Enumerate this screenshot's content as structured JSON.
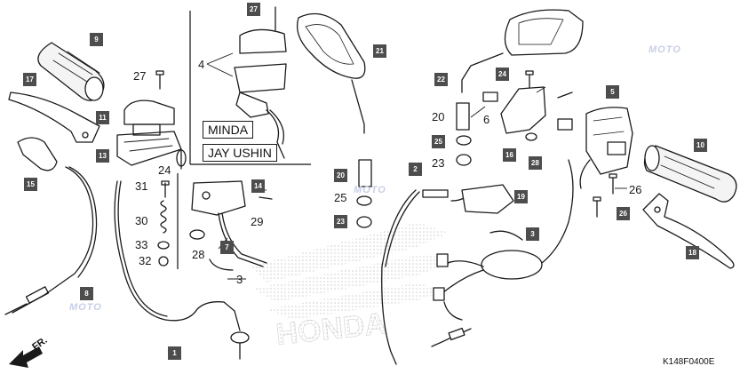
{
  "callouts": {
    "c1": "1",
    "c2": "2",
    "c3": "3",
    "c4": "4",
    "c5": "5",
    "c6": "6",
    "c7": "7",
    "c8": "8",
    "c9": "9",
    "c10": "10",
    "c11": "11",
    "c13": "13",
    "c14": "14",
    "c15": "15",
    "c16": "16",
    "c17": "17",
    "c18": "18",
    "c19": "19",
    "c20": "20",
    "c21": "21",
    "c22": "22",
    "c23": "23",
    "c24": "24",
    "c25": "25",
    "c26": "26",
    "c27": "27",
    "c28": "28",
    "c29": "29",
    "c30": "30",
    "c31": "31",
    "c32": "32",
    "c33": "33"
  },
  "insets": {
    "minda": "MINDA",
    "jay_ushin": "JAY USHIN"
  },
  "direction": "FR.",
  "diagram_code": "K148F0400E",
  "watermark": "MOTO",
  "brand_watermark": "HONDA",
  "accent_color": "#4d4d4d"
}
